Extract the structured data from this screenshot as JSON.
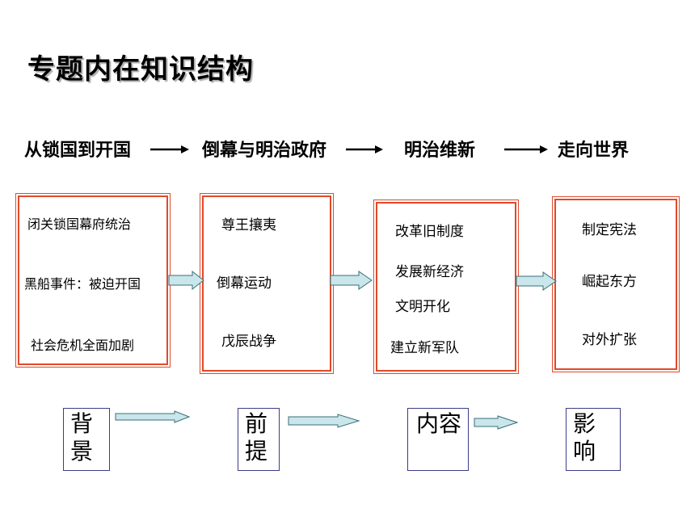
{
  "title": "专题内在知识结构",
  "stages": [
    "从锁国到开国",
    "倒幕与明治政府",
    "明治维新",
    "走向世界"
  ],
  "boxes": [
    {
      "items": [
        "闭关锁国幕府统治",
        "黑船事件：被迫开国",
        "社会危机全面加剧"
      ]
    },
    {
      "items": [
        "尊王攘夷",
        "倒幕运动",
        "戊辰战争"
      ]
    },
    {
      "items": [
        "改革旧制度",
        "发展新经济",
        "文明开化",
        "建立新军队"
      ]
    },
    {
      "items": [
        "制定宪法",
        "崛起东方",
        "对外扩张"
      ]
    }
  ],
  "labels": [
    {
      "line1": "背",
      "line2": "景"
    },
    {
      "line1": "前",
      "line2": "提"
    },
    {
      "line1": "内容",
      "line2": ""
    },
    {
      "line1": "影",
      "line2": "响"
    }
  ],
  "colors": {
    "box_border": "#e04a2a",
    "arrow_fill": "#c9e6ea",
    "arrow_stroke": "#3a6f7a",
    "label_border": "#3c3c8a"
  }
}
